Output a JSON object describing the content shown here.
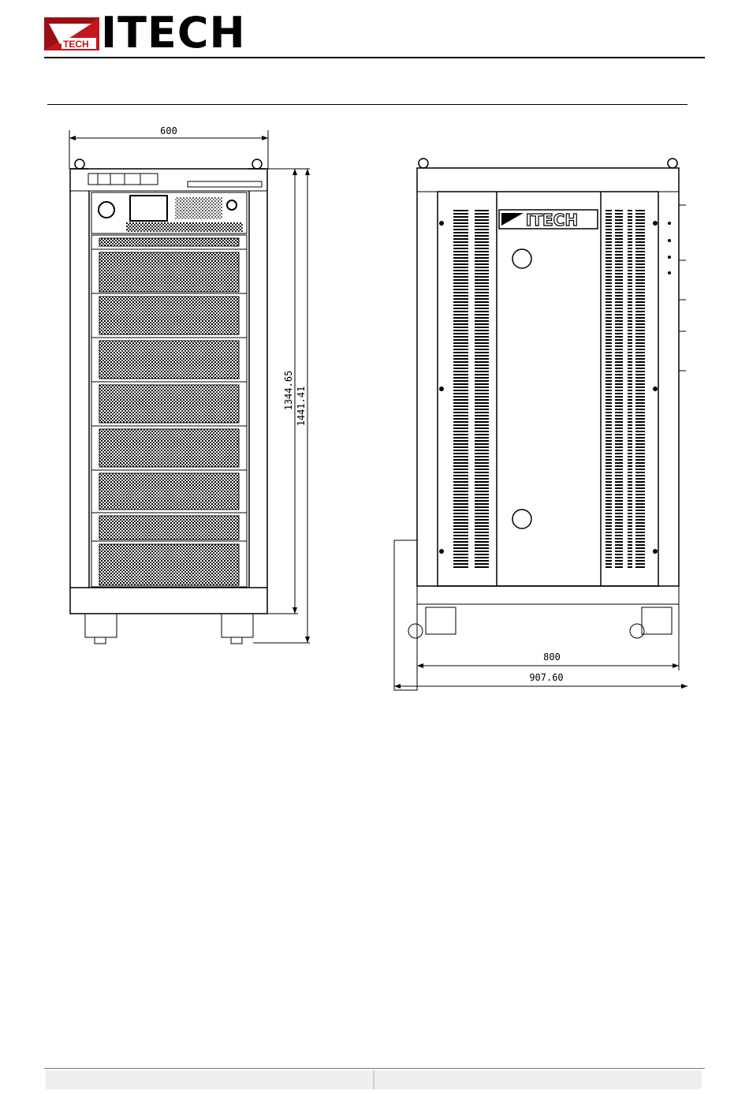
{
  "header": {
    "logo_text": "ITECH",
    "logo_box_text": "TECH"
  },
  "front_view": {
    "width_label": "600",
    "height_label_inner": "1344.65",
    "height_label_outer": "1441.41"
  },
  "side_view": {
    "logo_text": "ITECH",
    "depth_label": "800",
    "depth_total_label": "907.60"
  }
}
